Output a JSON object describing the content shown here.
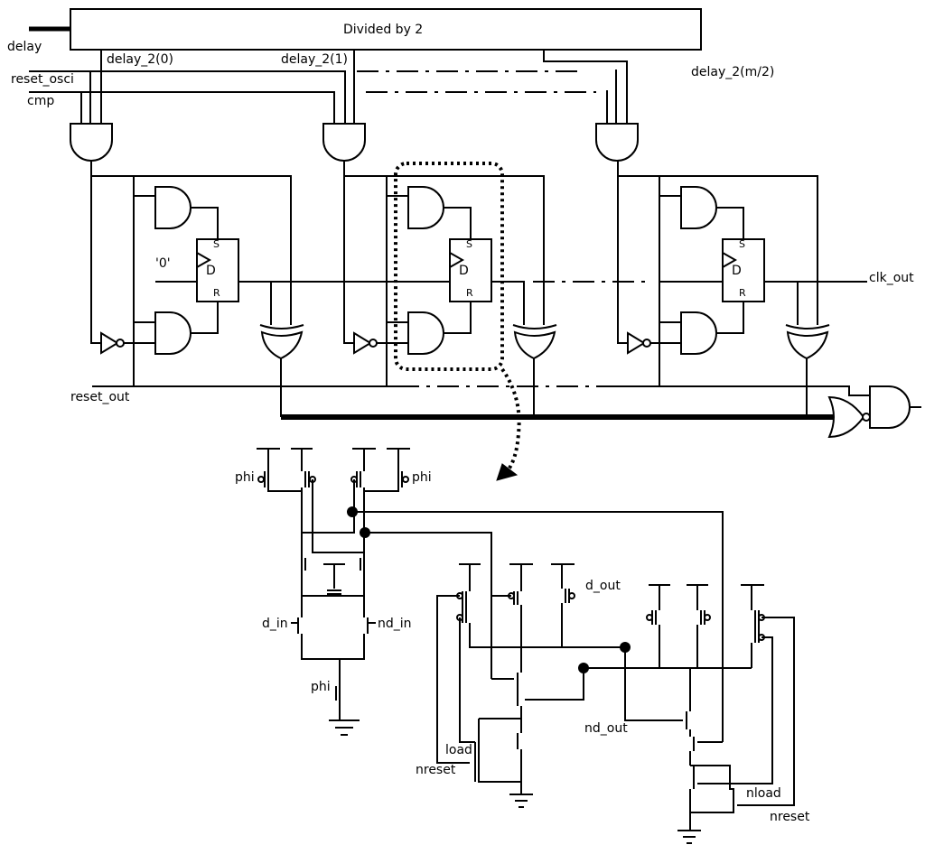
{
  "block": {
    "divider": "Divided by 2"
  },
  "signals": {
    "delay": "delay",
    "delay_2_0": "delay_2(0)",
    "delay_2_1": "delay_2(1)",
    "delay_2_m2": "delay_2(m/2)",
    "reset_osci": "reset_osci",
    "cmp": "cmp",
    "zero": "'0'",
    "clk_out": "clk_out",
    "reset_out": "reset_out"
  },
  "flipflop": {
    "set": "S",
    "data": "D",
    "reset": "R"
  },
  "transistor_level": {
    "phi": "phi",
    "d_in": "d_in",
    "nd_in": "nd_in",
    "d_out": "d_out",
    "nd_out": "nd_out",
    "load": "load",
    "nload": "nload",
    "nreset": "nreset"
  }
}
